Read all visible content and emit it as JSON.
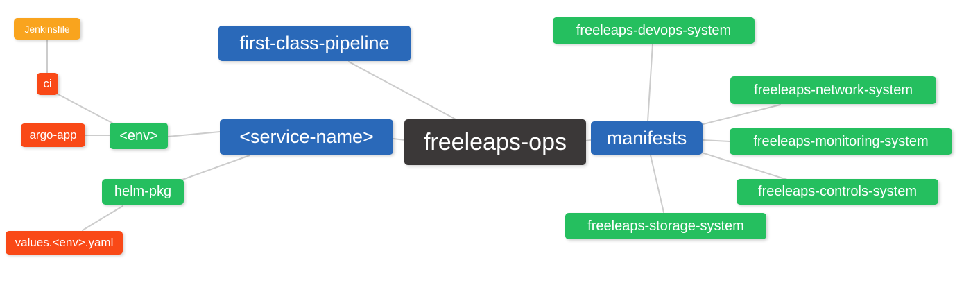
{
  "diagram": {
    "type": "mindmap",
    "root": "freeleaps-ops",
    "palette": {
      "root_dark": "#3b3838",
      "branch_blue": "#2a69b9",
      "leaf_green": "#25bf5f",
      "leaf_red_orange": "#f94917",
      "leaf_amber": "#f9a41e",
      "edge_gray": "#cccccc",
      "text": "#ffffff",
      "background": "#ffffff"
    },
    "nodes": {
      "freeleaps_ops": {
        "label": "freeleaps-ops",
        "color": "#3b3838"
      },
      "first_class_pipeline": {
        "label": "first-class-pipeline",
        "color": "#2a69b9"
      },
      "service_name": {
        "label": "<service-name>",
        "color": "#2a69b9"
      },
      "manifests": {
        "label": "manifests",
        "color": "#2a69b9"
      },
      "env": {
        "label": "<env>",
        "color": "#25bf5f"
      },
      "helm_pkg": {
        "label": "helm-pkg",
        "color": "#25bf5f"
      },
      "ci": {
        "label": "ci",
        "color": "#f94917"
      },
      "argo_app": {
        "label": "argo-app",
        "color": "#f94917"
      },
      "values_env_yaml": {
        "label": "values.<env>.yaml",
        "color": "#f94917"
      },
      "jenkinsfile": {
        "label": "Jenkinsfile",
        "color": "#f9a41e"
      },
      "devops_system": {
        "label": "freeleaps-devops-system",
        "color": "#25bf5f"
      },
      "network_system": {
        "label": "freeleaps-network-system",
        "color": "#25bf5f"
      },
      "monitoring_system": {
        "label": "freeleaps-monitoring-system",
        "color": "#25bf5f"
      },
      "controls_system": {
        "label": "freeleaps-controls-system",
        "color": "#25bf5f"
      },
      "storage_system": {
        "label": "freeleaps-storage-system",
        "color": "#25bf5f"
      }
    },
    "edges": [
      {
        "from": "jenkinsfile",
        "to": "ci"
      },
      {
        "from": "ci",
        "to": "env"
      },
      {
        "from": "argo_app",
        "to": "env"
      },
      {
        "from": "env",
        "to": "service_name"
      },
      {
        "from": "helm_pkg",
        "to": "service_name"
      },
      {
        "from": "values_env_yaml",
        "to": "helm_pkg"
      },
      {
        "from": "first_class_pipeline",
        "to": "freeleaps_ops"
      },
      {
        "from": "service_name",
        "to": "freeleaps_ops"
      },
      {
        "from": "freeleaps_ops",
        "to": "manifests"
      },
      {
        "from": "manifests",
        "to": "devops_system"
      },
      {
        "from": "manifests",
        "to": "network_system"
      },
      {
        "from": "manifests",
        "to": "monitoring_system"
      },
      {
        "from": "manifests",
        "to": "controls_system"
      },
      {
        "from": "manifests",
        "to": "storage_system"
      }
    ]
  }
}
